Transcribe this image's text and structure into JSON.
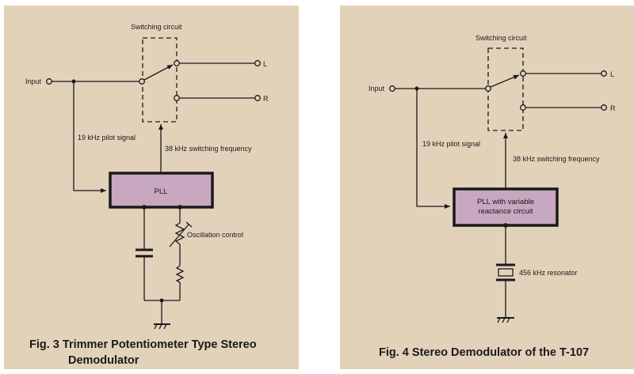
{
  "colors": {
    "panel_bg": "#e2d2ba",
    "pll_fill": "#c8a7c0",
    "line": "#1a1a1a"
  },
  "fig3": {
    "switch_label": "Switching circuit",
    "input_label": "Input",
    "output_l": "L",
    "output_r": "R",
    "pilot_label": "19 kHz pilot signal",
    "switch_freq_label": "38 kHz switching frequency",
    "pll_label": "PLL",
    "osc_label": "Oscillation control",
    "caption_line1": "Fig. 3  Trimmer Potentiometer Type Stereo",
    "caption_line2": "Demodulator"
  },
  "fig4": {
    "switch_label": "Switching circuit",
    "input_label": "Input",
    "output_l": "L",
    "output_r": "R",
    "pilot_label": "19 kHz pilot signal",
    "switch_freq_label": "38 kHz switching frequency",
    "pll_label_line1": "PLL with variable",
    "pll_label_line2": "reactance circuit",
    "resonator_label": "456 kHz resonator",
    "caption": "Fig. 4  Stereo Demodulator of the T-107"
  }
}
